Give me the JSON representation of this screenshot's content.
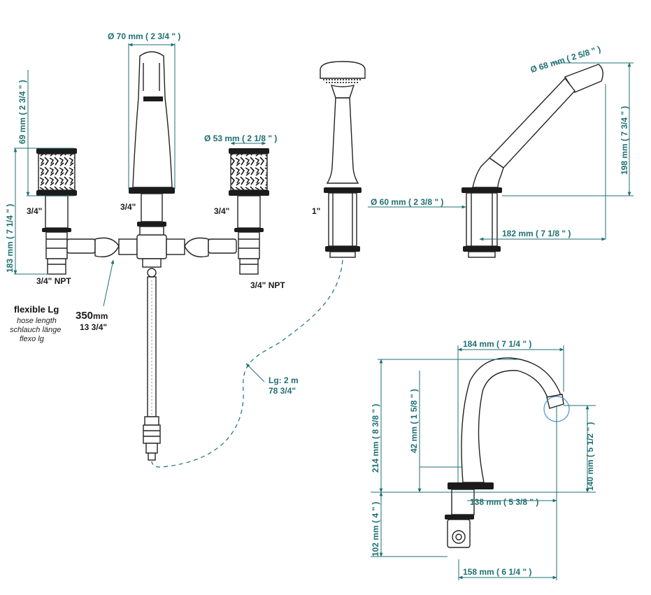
{
  "colors": {
    "dimension": "#1f6f73",
    "outline": "#222222"
  },
  "dimensions": {
    "spout_diameter": "Ø  70 mm ( 2 3/4 \" )",
    "handle_diameter": "Ø  53 mm ( 2 1/8 \" )",
    "handle_height": "69 mm ( 2 3/4 \" )",
    "valve_height": "183 mm ( 7 1/4 \" )",
    "hand_shower_diameter": "Ø  68 mm ( 2 5/8 \" )",
    "hand_shower_height": "198 mm ( 7 3/4 \" )",
    "holder_diameter": "Ø  60 mm ( 2 3/8 \" )",
    "hand_shower_length": "182 mm ( 7 1/8 \" )",
    "spout_length": "184 mm ( 7 1/4 \" )",
    "spout_total_height": "214 mm ( 8 3/8 \" )",
    "spout_42": "42 mm ( 1 5/8 \" )",
    "spout_140": "140 mm ( 5 1/2 \" )",
    "spout_138": "138 mm ( 5 3/8 \" )",
    "under_deck": "102 mm ( 4 \" )",
    "spout_158": "158 mm ( 6 1/4 \" )"
  },
  "labels": {
    "thread_left": "3/4\"",
    "thread_center": "3/4\"",
    "thread_right": "3/4\"",
    "thread_shower": "1\"",
    "npt_left": "3/4\" NPT",
    "npt_right": "3/4\" NPT",
    "hose_lg": "Lg: 2 m",
    "hose_lg_in": "78 3/4\"",
    "flex_mm": "350",
    "flex_mm_unit": "mm",
    "flex_in": "13 3/4\""
  },
  "legend": {
    "title": "flexible Lg",
    "line1": "hose length",
    "line2": "schlauch länge",
    "line3": "flexo lg"
  },
  "icons": [
    "valve-handle-icon",
    "spout-icon",
    "hand-shower-icon",
    "hose-icon"
  ]
}
